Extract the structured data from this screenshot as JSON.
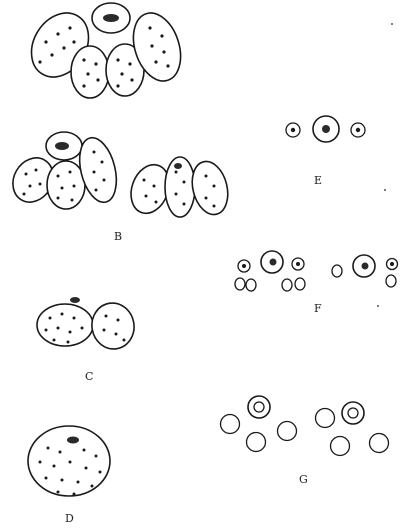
{
  "figure": {
    "labels": {
      "A": "",
      "B": "B",
      "C": "C",
      "D": "D",
      "E": "E",
      "F": "F",
      "G": "G"
    },
    "ink_color": "#1a1a1a",
    "paper_color": "#ffffff"
  }
}
